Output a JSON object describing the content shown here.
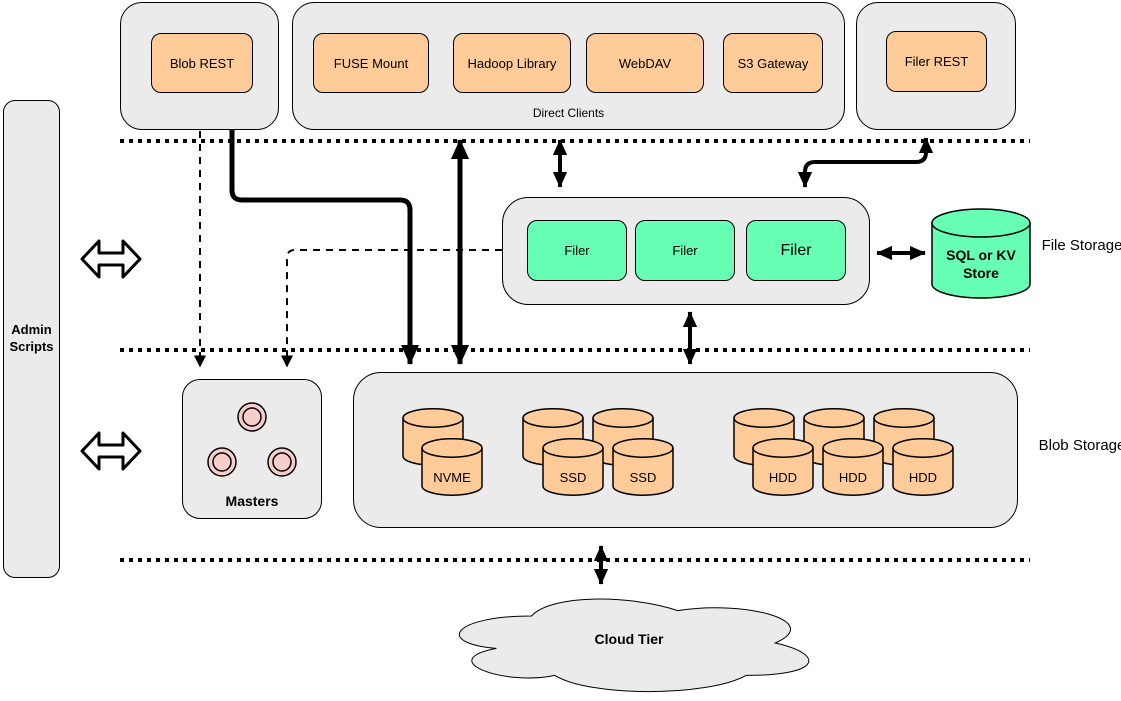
{
  "colors": {
    "orange": "#ffcc99",
    "green": "#66ffb3",
    "pink": "#f8cecc",
    "gray": "#ebebeb",
    "stroke": "#000000",
    "white": "#ffffff"
  },
  "admin_scripts": {
    "label": "Admin Scripts"
  },
  "top_row": {
    "blob_rest_label": "Blob REST",
    "direct_clients": {
      "label": "Direct Clients",
      "items": [
        "FUSE Mount",
        "Hadoop Library",
        "WebDAV",
        "S3 Gateway"
      ]
    },
    "filer_rest_label": "Filer REST"
  },
  "file_storage_tier": {
    "tier_label": "File Storage",
    "filers": [
      "Filer",
      "Filer",
      "Filer"
    ],
    "metadata_store_label": "SQL or KV Store"
  },
  "blob_storage_tier": {
    "tier_label": "Blob Storage",
    "masters_label": "Masters",
    "volumes": {
      "nvme": [
        "NVME"
      ],
      "ssd": [
        "SSD",
        "SSD"
      ],
      "hdd": [
        "HDD",
        "HDD",
        "HDD"
      ]
    }
  },
  "cloud_tier": {
    "label": "Cloud Tier"
  }
}
